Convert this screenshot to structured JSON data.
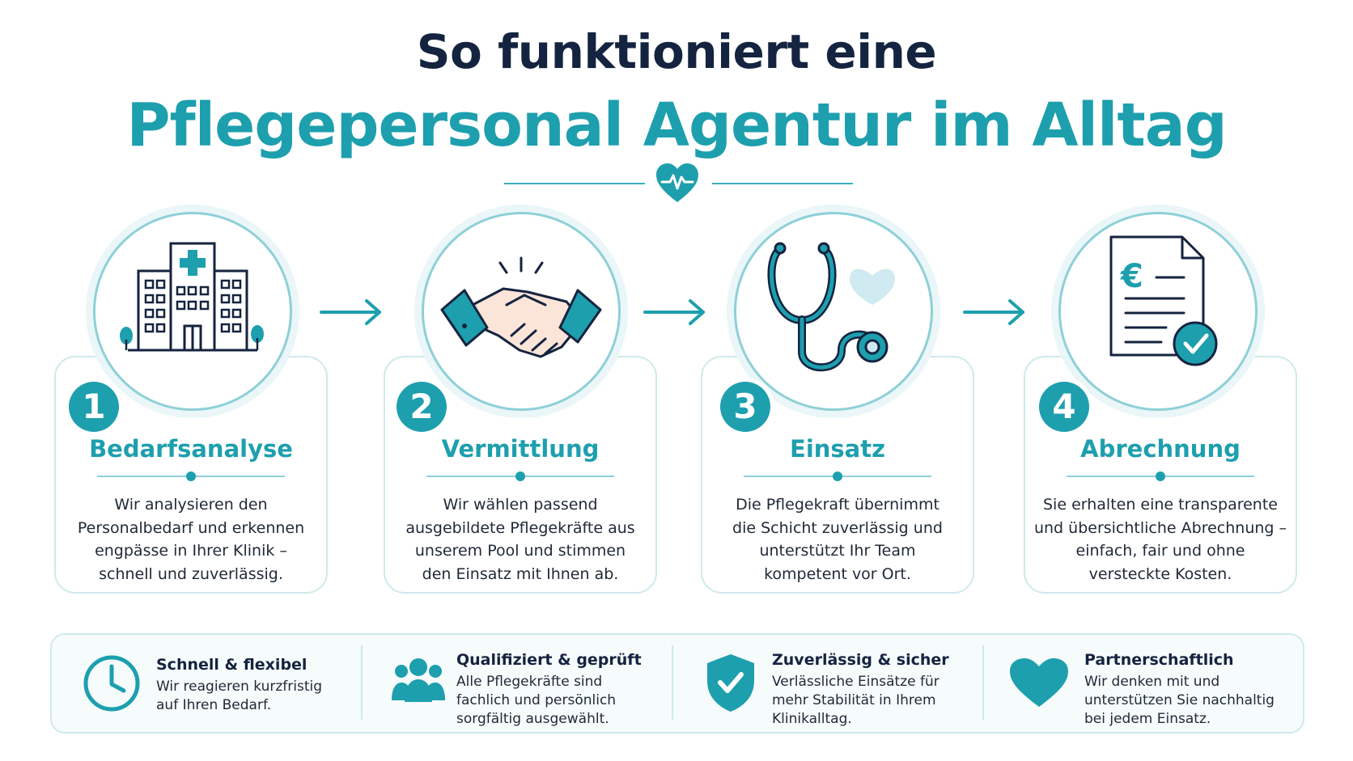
{
  "header": {
    "title_line1": "So funktioniert eine",
    "title_line2": "Pflegepersonal Agentur im Alltag"
  },
  "colors": {
    "accent": "#1d9fae",
    "dark": "#14233f",
    "light_border": "#cfe9ec"
  },
  "steps": [
    {
      "number": "1",
      "title": "Bedarfsanalyse",
      "icon": "hospital-building-icon",
      "text": "Wir analysieren den\nPersonalbedarf und erkennen\nengpässe in Ihrer Klinik –\nschnell und zuverlässig."
    },
    {
      "number": "2",
      "title": "Vermittlung",
      "icon": "handshake-icon",
      "text": "Wir wählen passend\nausgebildete Pflegekräfte aus\nunserem Pool und stimmen\nden Einsatz mit Ihnen ab."
    },
    {
      "number": "3",
      "title": "Einsatz",
      "icon": "stethoscope-icon",
      "text": "Die Pflegekraft übernimmt\ndie Schicht zuverlässig und\nunterstützt Ihr Team\nkompetent vor Ort."
    },
    {
      "number": "4",
      "title": "Abrechnung",
      "icon": "euro-invoice-icon",
      "text": "Sie erhalten eine transparente\nund übersichtliche Abrechnung –\neinfach, fair und ohne\nversteckte Kosten."
    }
  ],
  "benefits": [
    {
      "title": "Schnell & flexibel",
      "icon": "clock-icon",
      "text": "Wir reagieren kurzfristig\nauf Ihren Bedarf."
    },
    {
      "title": "Qualifiziert & geprüft",
      "icon": "team-icon",
      "text": "Alle Pflegekräfte sind\nfachlich und persönlich\nsorgfältig ausgewählt."
    },
    {
      "title": "Zuverlässig & sicher",
      "icon": "shield-check-icon",
      "text": "Verlässliche Einsätze für\nmehr Stabilität in Ihrem\nKlinikalltag."
    },
    {
      "title": "Partnerschaftlich",
      "icon": "heart-icon",
      "text": "Wir denken mit und\nunterstützen Sie nachhaltig\nbei jedem Einsatz."
    }
  ]
}
